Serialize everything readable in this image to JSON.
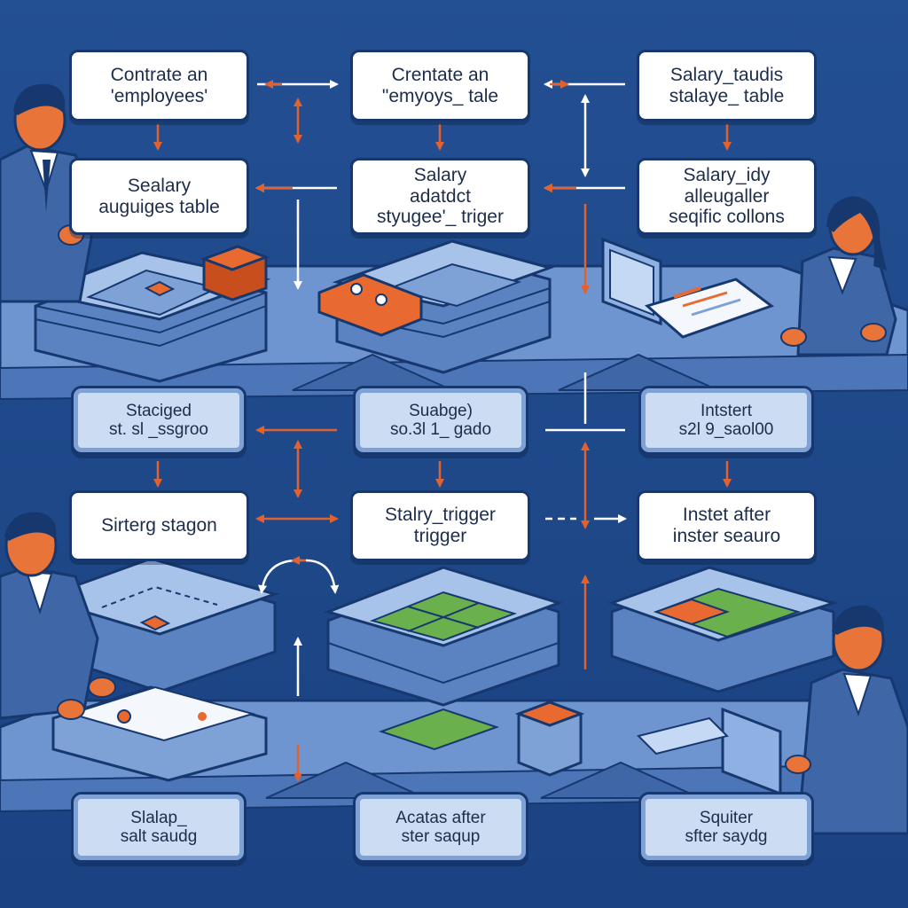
{
  "colors": {
    "background": "#1f4c8e",
    "node_white": "#ffffff",
    "node_blue": "#cbdcf3",
    "arrow_orange": "#e2622f",
    "arrow_white": "#ffffff",
    "platform": "#7fa4db",
    "accent_orange": "#e86a30",
    "accent_green": "#6ab04c"
  },
  "nodes": [
    {
      "id": "create-employees",
      "lines": [
        "Contrate an",
        "'employees'"
      ]
    },
    {
      "id": "create-employees-table",
      "lines": [
        "Crentate an",
        "\"emyoys_ tale"
      ]
    },
    {
      "id": "salary-tables",
      "lines": [
        "Salary_taudis",
        "stalaye_ table"
      ]
    },
    {
      "id": "salary-audit-table",
      "lines": [
        "Sealary",
        "auguiges table"
      ]
    },
    {
      "id": "salary-trigger",
      "lines": [
        "Salary",
        "adatdct",
        "styugee'_ triger"
      ]
    },
    {
      "id": "salary-specific-columns",
      "lines": [
        "Salary_idy",
        "alleugaller",
        "seqific collons"
      ]
    },
    {
      "id": "staging-1",
      "lines": [
        "Staciged",
        "st. sl _ssgroo"
      ]
    },
    {
      "id": "staging-2",
      "lines": [
        "Suabge)",
        "so.3l 1_ gado"
      ]
    },
    {
      "id": "insert-1",
      "lines": [
        "Intstert",
        "s2l 9_saol00"
      ]
    },
    {
      "id": "staging-3",
      "lines": [
        "Sirterg stagon"
      ]
    },
    {
      "id": "salary-trigger-2",
      "lines": [
        "Stalry_trigger",
        "trigger"
      ]
    },
    {
      "id": "insert-after",
      "lines": [
        "Instet after",
        "inster seauro"
      ]
    },
    {
      "id": "salary-final",
      "lines": [
        "Slalap_",
        "salt saudg"
      ]
    },
    {
      "id": "actions-after",
      "lines": [
        "Acatas after",
        "ster saqup"
      ]
    },
    {
      "id": "squiter",
      "lines": [
        "Squiter",
        "sfter saydg"
      ]
    }
  ],
  "icons": [
    "businessman-icon",
    "businesswoman-icon",
    "database-table-icon",
    "laptop-icon",
    "document-icon",
    "server-cube-icon"
  ]
}
